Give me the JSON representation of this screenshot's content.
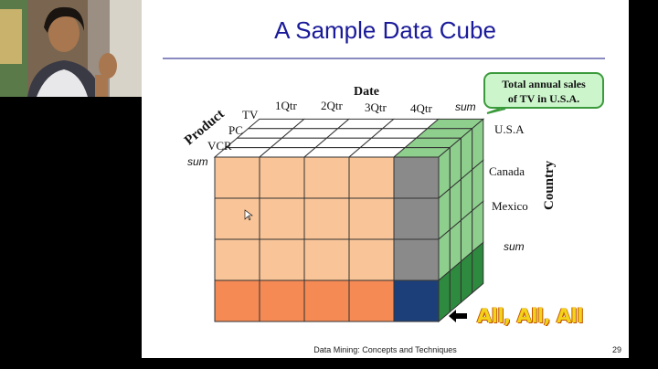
{
  "slide": {
    "title": "A Sample Data Cube",
    "footer": "Data Mining: Concepts and Techniques",
    "page_number": "29",
    "callout_line1": "Total annual sales",
    "callout_line2": "of  TV in U.S.A.",
    "all_label": "All, All, All"
  },
  "cube": {
    "axis_date": "Date",
    "axis_product": "Product",
    "axis_country": "Country",
    "dates": [
      "1Qtr",
      "2Qtr",
      "3Qtr",
      "4Qtr"
    ],
    "date_sum": "sum",
    "products": [
      "TV",
      "PC",
      "VCR"
    ],
    "product_sum": "sum",
    "countries": [
      "U.S.A",
      "Canada",
      "Mexico"
    ],
    "country_sum": "sum"
  },
  "colors": {
    "front_face": "#f9c497",
    "front_bottom": "#f58a55",
    "gray_cell": "#8a8a8a",
    "navy_cell": "#1c3f7a",
    "side_green": "#8ecf8e",
    "side_dark_green": "#2e8a3e",
    "title_color": "#1a1a9a"
  },
  "icons": {
    "arrow": "arrow-left-icon"
  }
}
